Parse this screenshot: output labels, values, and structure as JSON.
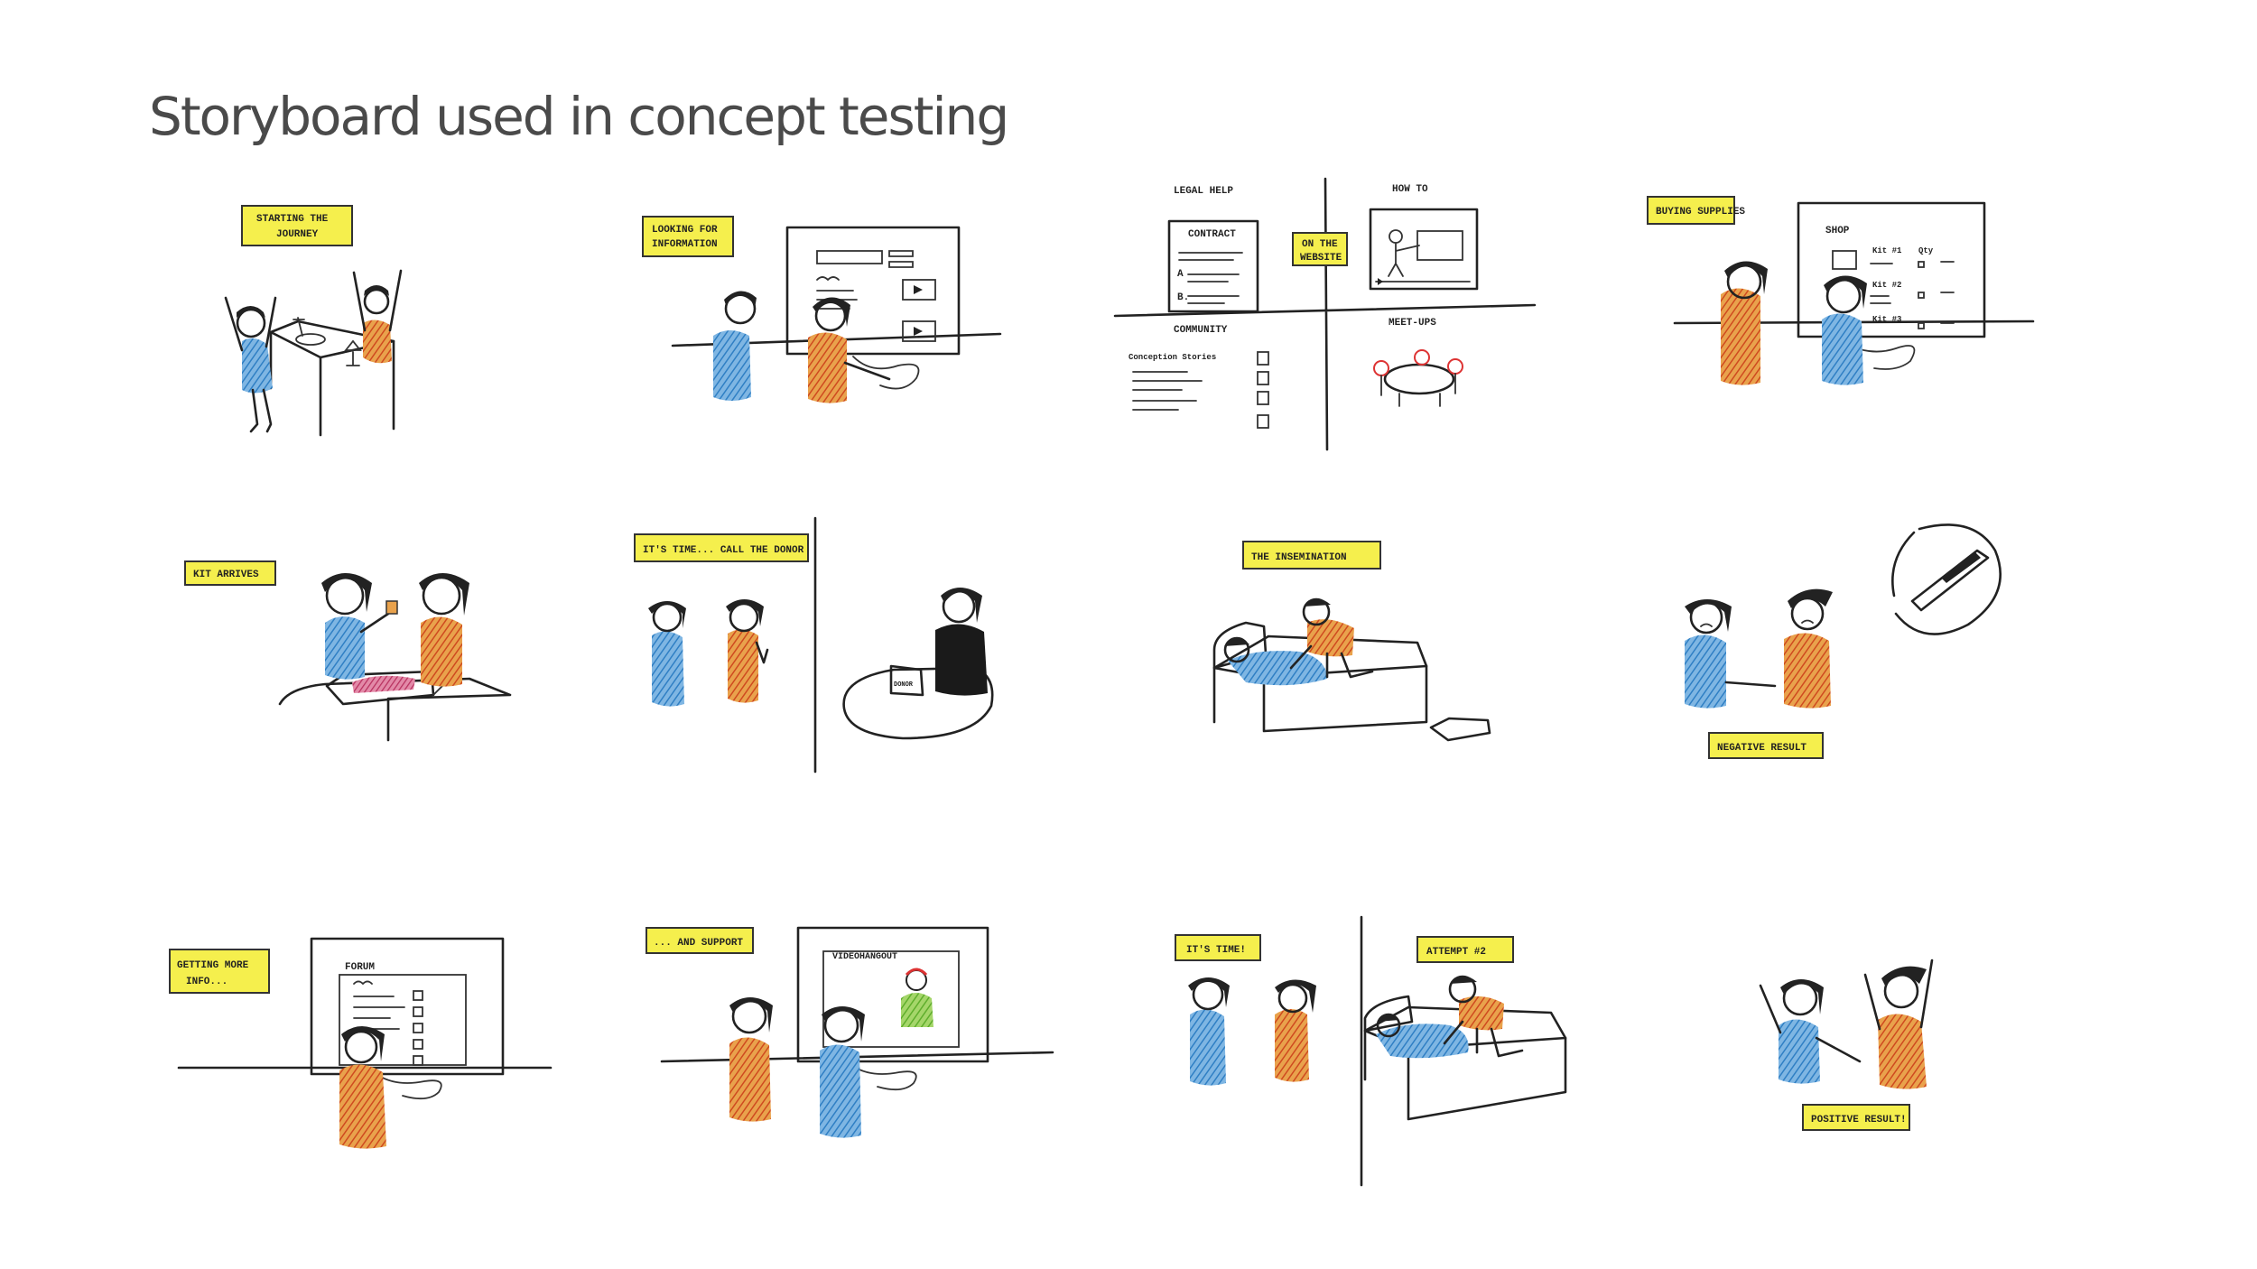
{
  "title": "Storyboard used in concept testing",
  "colors": {
    "label_bg": "#f5ef4d",
    "shirt_blue": "#3f8fd1",
    "shirt_orange": "#d4662a",
    "shirt_green": "#7dc242",
    "ink": "#222222",
    "title_text": "#4a4a4a"
  },
  "frames": [
    {
      "id": "f1",
      "caption": [
        "STARTING THE",
        "JOURNEY"
      ]
    },
    {
      "id": "f2",
      "caption": [
        "LOOKING FOR",
        "INFORMATION"
      ]
    },
    {
      "id": "f3",
      "caption": [
        "ON THE",
        "WEBSITE"
      ],
      "quadrants": {
        "legal": "LEGAL HELP",
        "contract": "CONTRACT",
        "how_to": "HOW TO",
        "community": "COMMUNITY",
        "stories": "Conception Stories",
        "meetups": "MEET-UPS"
      },
      "item_a": "A",
      "item_b": "B."
    },
    {
      "id": "f4",
      "caption": [
        "BUYING SUPPLIES"
      ],
      "screen_heading": "SHOP",
      "items": [
        "Kit #1",
        "Kit #2",
        "Kit #3"
      ],
      "column": "Qty"
    },
    {
      "id": "f5",
      "caption": [
        "KIT ARRIVES"
      ]
    },
    {
      "id": "f6",
      "caption": [
        "IT'S TIME... CALL THE DONOR"
      ],
      "box_label": "DONOR"
    },
    {
      "id": "f7",
      "caption": [
        "THE INSEMINATION"
      ]
    },
    {
      "id": "f8",
      "caption": [
        "NEGATIVE RESULT"
      ]
    },
    {
      "id": "f9",
      "caption": [
        "GETTING MORE",
        "INFO..."
      ],
      "screen_heading": "FORUM"
    },
    {
      "id": "f10",
      "caption": [
        "... AND SUPPORT"
      ],
      "screen_heading": "VIDEOHANGOUT"
    },
    {
      "id": "f11",
      "caption": [
        "IT'S TIME!"
      ]
    },
    {
      "id": "f11b",
      "caption": [
        "ATTEMPT #2"
      ]
    },
    {
      "id": "f12",
      "caption": [
        "POSITIVE RESULT!"
      ]
    }
  ]
}
